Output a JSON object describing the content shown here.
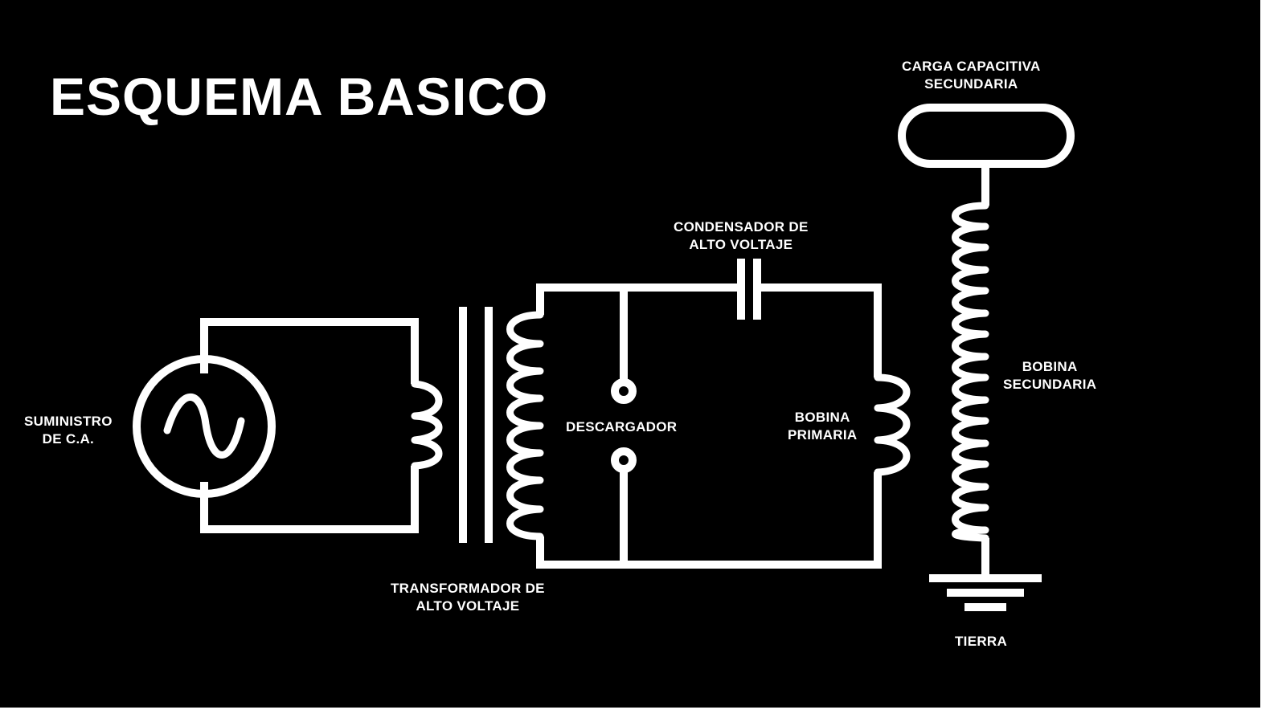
{
  "title": "ESQUEMA BASICO",
  "labels": {
    "ac_supply": [
      "SUMINISTRO",
      "DE C.A."
    ],
    "transformer": [
      "TRANSFORMADOR DE",
      "ALTO VOLTAJE"
    ],
    "capacitor": [
      "CONDENSADOR DE",
      "ALTO VOLTAJE"
    ],
    "spark_gap": [
      "DESCARGADOR"
    ],
    "primary_coil": [
      "BOBINA",
      "PRIMARIA"
    ],
    "secondary_coil": [
      "BOBINA",
      "SECUNDARIA"
    ],
    "top_load": [
      "CARGA CAPACITIVA",
      "SECUNDARIA"
    ],
    "ground": [
      "TIERRA"
    ]
  },
  "colors": {
    "background": "#000000",
    "foreground": "#ffffff",
    "border": "#ffffff"
  }
}
